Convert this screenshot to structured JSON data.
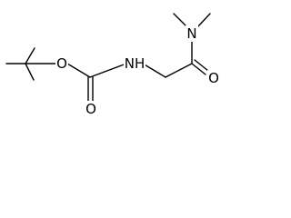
{
  "molecule": {
    "atoms": {
      "nitrogen_amide": "N",
      "nitrogen_carbamate": "NH",
      "oxygen_ester": "O",
      "oxygen_carbamate_carbonyl": "O",
      "oxygen_amide_carbonyl": "O"
    },
    "colors": {
      "bond": "#000000",
      "label": "#000000",
      "background": "#ffffff"
    }
  }
}
